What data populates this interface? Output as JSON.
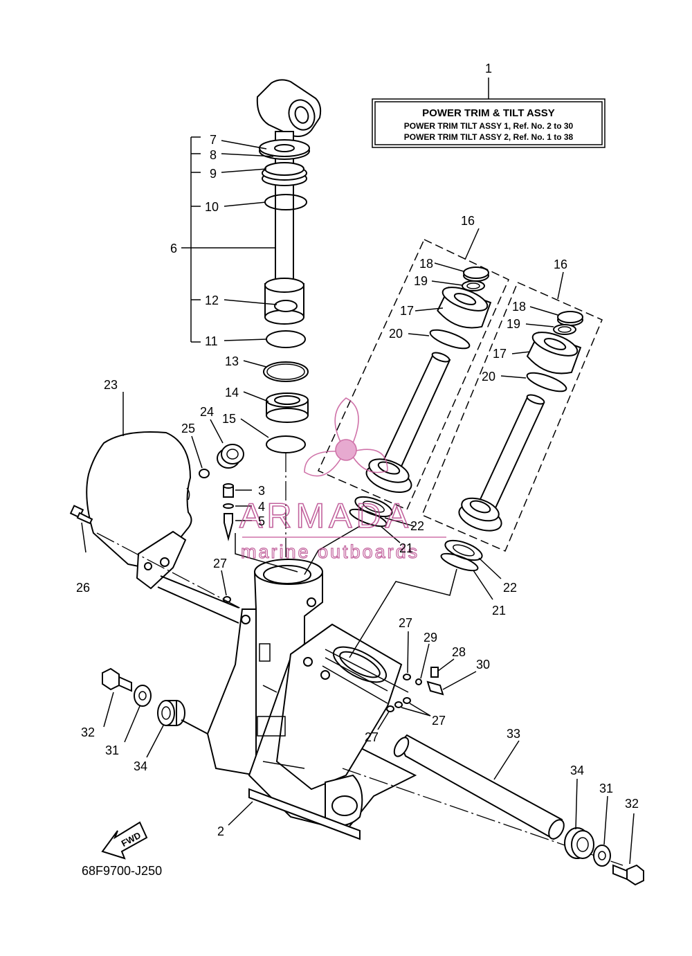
{
  "info_box": {
    "callout": "1",
    "title": "POWER TRIM & TILT ASSY",
    "line1": "POWER TRIM TILT ASSY 1,  Ref. No. 2 to 30",
    "line2": "POWER TRIM TILT ASSY 2,  Ref. No. 1 to 38"
  },
  "labels": {
    "n2": "2",
    "n3": "3",
    "n4": "4",
    "n5": "5",
    "n6": "6",
    "n7": "7",
    "n8": "8",
    "n9": "9",
    "n10": "10",
    "n11": "11",
    "n12": "12",
    "n13": "13",
    "n14": "14",
    "n15": "15",
    "n16a": "16",
    "n16b": "16",
    "n17a": "17",
    "n17b": "17",
    "n18a": "18",
    "n18b": "18",
    "n19a": "19",
    "n19b": "19",
    "n20a": "20",
    "n20b": "20",
    "n21a": "21",
    "n21b": "21",
    "n22a": "22",
    "n22b": "22",
    "n23": "23",
    "n24": "24",
    "n25": "25",
    "n26": "26",
    "n27a": "27",
    "n27b": "27",
    "n27c": "27",
    "n27d": "27",
    "n28": "28",
    "n29": "29",
    "n30": "30",
    "n31a": "31",
    "n31b": "31",
    "n32a": "32",
    "n32b": "32",
    "n33": "33",
    "n34a": "34",
    "n34b": "34"
  },
  "fwd_label": "FWD",
  "diagram_code": "68F9700-J250",
  "watermark": {
    "brand": "ARMADA",
    "tagline": "marine outboards",
    "color": "#c75a9a"
  }
}
